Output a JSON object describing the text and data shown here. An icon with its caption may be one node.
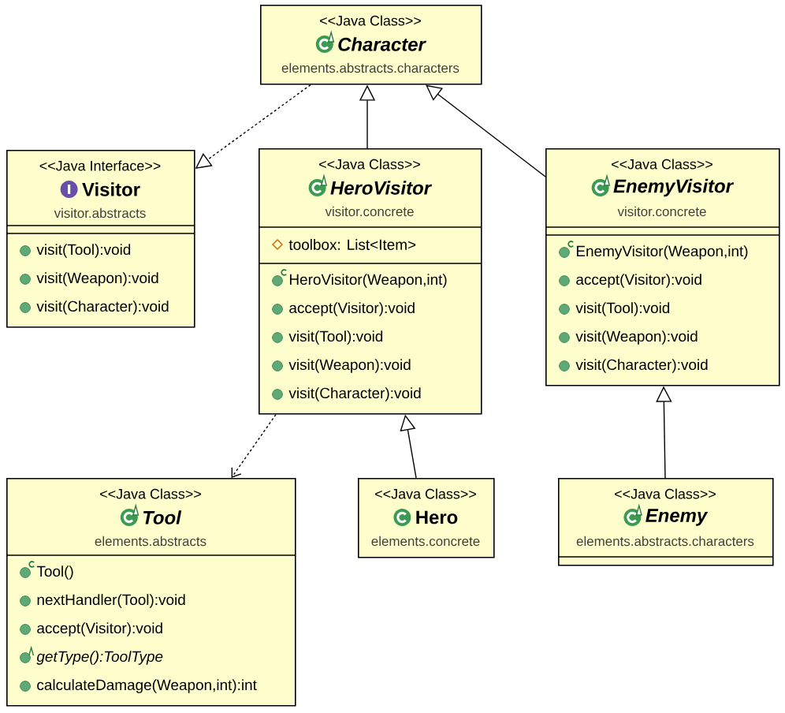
{
  "diagram": {
    "nodes": [
      {
        "text": [
          "<<Java Class>>",
          "Character",
          "elements.abstracts.characters"
        ]
      },
      {
        "text": [
          "<<Java Interface>>",
          "Visitor",
          "visitor.abstracts",
          "visit(Tool):void",
          "visit(Weapon):void",
          "visit(Character):void"
        ]
      },
      {
        "text": [
          "<<Java Class>>",
          "HeroVisitor",
          "visitor.concrete",
          "toolbox: List<Item>",
          "HeroVisitor(Weapon,int)",
          "accept(Visitor):void",
          "visit(Tool):void",
          "visit(Weapon):void",
          "visit(Character):void"
        ]
      },
      {
        "text": [
          "<<Java Class>>",
          "EnemyVisitor",
          "visitor.concrete",
          "EnemyVisitor(Weapon,int)",
          "accept(Visitor):void",
          "visit(Tool):void",
          "visit(Weapon):void",
          "visit(Character):void"
        ]
      },
      {
        "text": [
          "<<Java Class>>",
          "Tool",
          "elements.abstracts",
          "Tool()",
          "nextHandler(Tool):void",
          "accept(Visitor):void",
          "getType():ToolType",
          "calculateDamage(Weapon,int):int"
        ]
      },
      {
        "text": [
          "<<Java Class>>",
          "Hero",
          "elements.concrete"
        ]
      },
      {
        "text": [
          "<<Java Class>>",
          "Enemy",
          "elements.abstracts.characters"
        ]
      }
    ],
    "edges": [
      {
        "from": 0,
        "to": 1,
        "arrow": "to",
        "style": "dashed"
      },
      {
        "from": 2,
        "to": 0,
        "arrow": "to"
      },
      {
        "from": 3,
        "to": 0,
        "arrow": "to"
      },
      {
        "from": 2,
        "to": 4,
        "arrow": "to",
        "style": "dashed"
      },
      {
        "from": 5,
        "to": 2,
        "arrow": "to"
      },
      {
        "from": 6,
        "to": 3,
        "arrow": "to"
      }
    ]
  }
}
